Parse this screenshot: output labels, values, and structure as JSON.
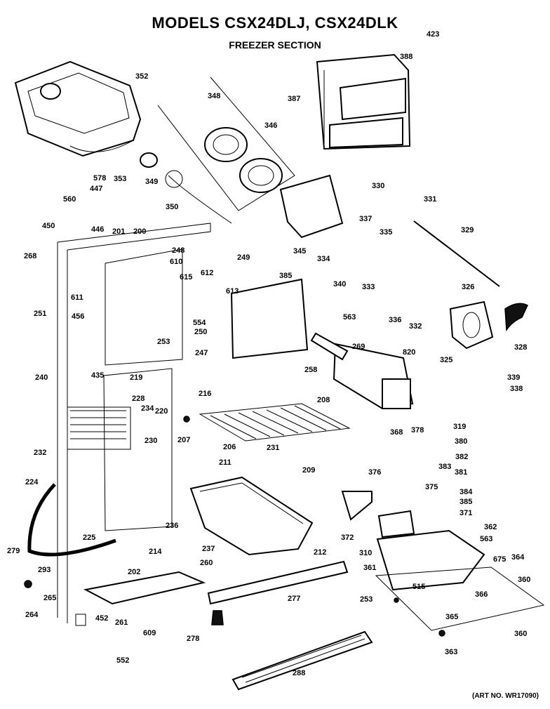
{
  "header": {
    "title": "MODELS CSX24DLJ, CSX24DLK",
    "subtitle": "FREEZER SECTION"
  },
  "footer": {
    "art_no": "(ART NO. WR17090)"
  },
  "callouts": [
    "423",
    "352",
    "388",
    "387",
    "348",
    "346",
    "349",
    "353",
    "578",
    "447",
    "560",
    "350",
    "450",
    "446",
    "201",
    "200",
    "330",
    "331",
    "337",
    "329",
    "268",
    "248",
    "249",
    "345",
    "334",
    "335",
    "610",
    "611",
    "615",
    "612",
    "385",
    "340",
    "333",
    "563",
    "613",
    "554",
    "326",
    "251",
    "456",
    "250",
    "253",
    "247",
    "269",
    "336",
    "332",
    "328",
    "325",
    "820",
    "339",
    "338",
    "240",
    "435",
    "219",
    "258",
    "216",
    "228",
    "234",
    "220",
    "208",
    "378",
    "319",
    "232",
    "207",
    "206",
    "230",
    "231",
    "380",
    "382",
    "383",
    "381",
    "376",
    "375",
    "384",
    "211",
    "224",
    "209",
    "368",
    "385",
    "371",
    "372",
    "310",
    "362",
    "279",
    "225",
    "202",
    "237",
    "212",
    "214",
    "236",
    "563",
    "293",
    "265",
    "260",
    "361",
    "675",
    "364",
    "515",
    "360",
    "253",
    "366",
    "264",
    "452",
    "609",
    "261",
    "277",
    "365",
    "278",
    "552",
    "288",
    "363",
    "360"
  ]
}
